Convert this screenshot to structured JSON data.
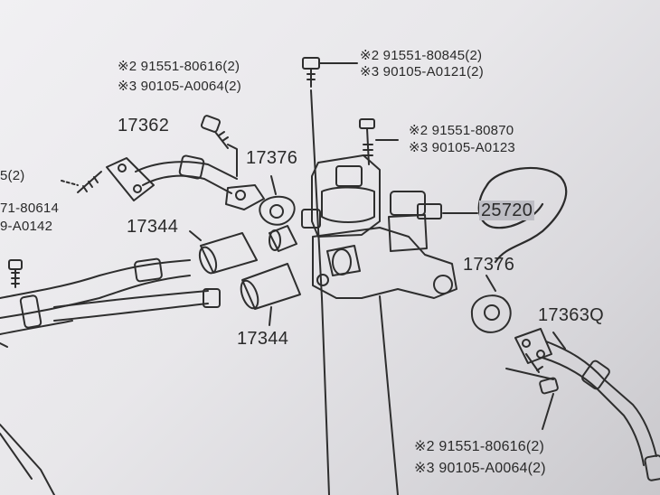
{
  "part_numbers": {
    "top_left_a": "※2 91551-80616(2)",
    "top_left_b": "※3 90105-A0064(2)",
    "top_center_a": "※2 91551-80845(2)",
    "top_center_b": "※3 90105-A0121(2)",
    "mid_right_a": "※2 91551-80870",
    "mid_right_b": "※3 90105-A0123",
    "left_edge_a": "5(2)",
    "left_edge_b": "71-80614",
    "left_edge_c": "9-A0142",
    "bottom_right_a": "※2 91551-80616(2)",
    "bottom_right_b": "※3 90105-A0064(2)"
  },
  "callouts": {
    "c17362": "17362",
    "c17376_top": "17376",
    "c17344_top": "17344",
    "c25720": "25720",
    "c17376_right": "17376",
    "c17363q": "17363Q",
    "c17344_bottom": "17344"
  },
  "colors": {
    "ink": "#2a2a2a",
    "paper": "#ecebee",
    "highlight": "#bdbdc4",
    "pen_circle": "#333333"
  }
}
